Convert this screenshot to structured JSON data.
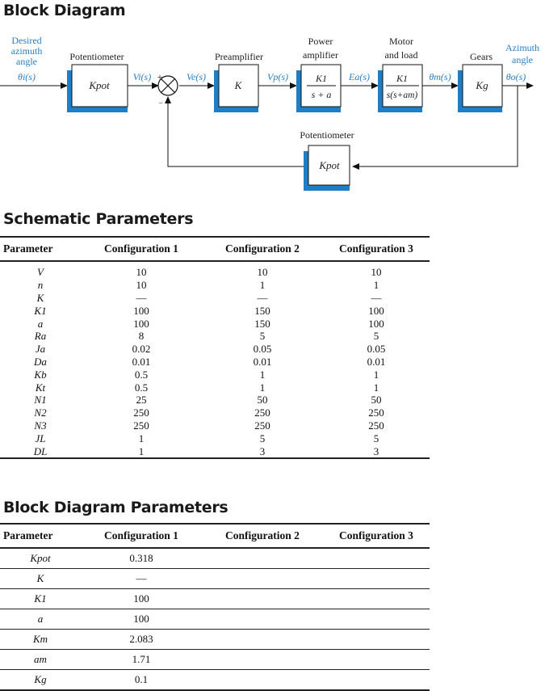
{
  "headings": {
    "block_diagram": "Block Diagram",
    "schematic": "Schematic Parameters",
    "block_params": "Block Diagram Parameters"
  },
  "colors": {
    "accent": "#2a7ec4",
    "block_shadow": "#1f7ec4"
  },
  "diagram": {
    "input_label": [
      "Desired",
      "azimuth",
      "angle"
    ],
    "input_signal": "θi(s)",
    "potentiometer_label": "Potentiometer",
    "potentiometer_block": "Kpot",
    "vi_signal": "Vi(s)",
    "plus_sign": "+",
    "minus_sign": "–",
    "ve_signal": "Ve(s)",
    "preamplifier_label": "Preamplifier",
    "preamplifier_block": "K",
    "vp_signal": "Vp(s)",
    "power_amp_label": [
      "Power",
      "amplifier"
    ],
    "power_amp_num": "K1",
    "power_amp_den": "s + a",
    "ea_signal": "Ea(s)",
    "motor_label": [
      "Motor",
      "and load"
    ],
    "motor_num": "K1",
    "motor_den": "s(s+am)",
    "theta_m_signal": "θm(s)",
    "gears_label": "Gears",
    "gears_block": "Kg",
    "output_label": [
      "Azimuth",
      "angle"
    ],
    "output_signal": "θo(s)",
    "feedback_label": "Potentiometer",
    "feedback_block": "Kpot"
  },
  "schematic_table": {
    "headers": [
      "Parameter",
      "Configuration 1",
      "Configuration 2",
      "Configuration 3"
    ],
    "rows": [
      [
        "V",
        "10",
        "10",
        "10"
      ],
      [
        "n",
        "10",
        "1",
        "1"
      ],
      [
        "K",
        "—",
        "—",
        "—"
      ],
      [
        "K1",
        "100",
        "150",
        "100"
      ],
      [
        "a",
        "100",
        "150",
        "100"
      ],
      [
        "Ra",
        "8",
        "5",
        "5"
      ],
      [
        "Ja",
        "0.02",
        "0.05",
        "0.05"
      ],
      [
        "Da",
        "0.01",
        "0.01",
        "0.01"
      ],
      [
        "Kb",
        "0.5",
        "1",
        "1"
      ],
      [
        "Kt",
        "0.5",
        "1",
        "1"
      ],
      [
        "N1",
        "25",
        "50",
        "50"
      ],
      [
        "N2",
        "250",
        "250",
        "250"
      ],
      [
        "N3",
        "250",
        "250",
        "250"
      ],
      [
        "JL",
        "1",
        "5",
        "5"
      ],
      [
        "DL",
        "1",
        "3",
        "3"
      ]
    ]
  },
  "block_table": {
    "headers": [
      "Parameter",
      "Configuration 1",
      "Configuration 2",
      "Configuration 3"
    ],
    "rows": [
      [
        "Kpot",
        "0.318",
        "",
        ""
      ],
      [
        "K",
        "—",
        "",
        ""
      ],
      [
        "K1",
        "100",
        "",
        ""
      ],
      [
        "a",
        "100",
        "",
        ""
      ],
      [
        "Km",
        "2.083",
        "",
        ""
      ],
      [
        "am",
        "1.71",
        "",
        ""
      ],
      [
        "Kg",
        "0.1",
        "",
        ""
      ]
    ]
  }
}
